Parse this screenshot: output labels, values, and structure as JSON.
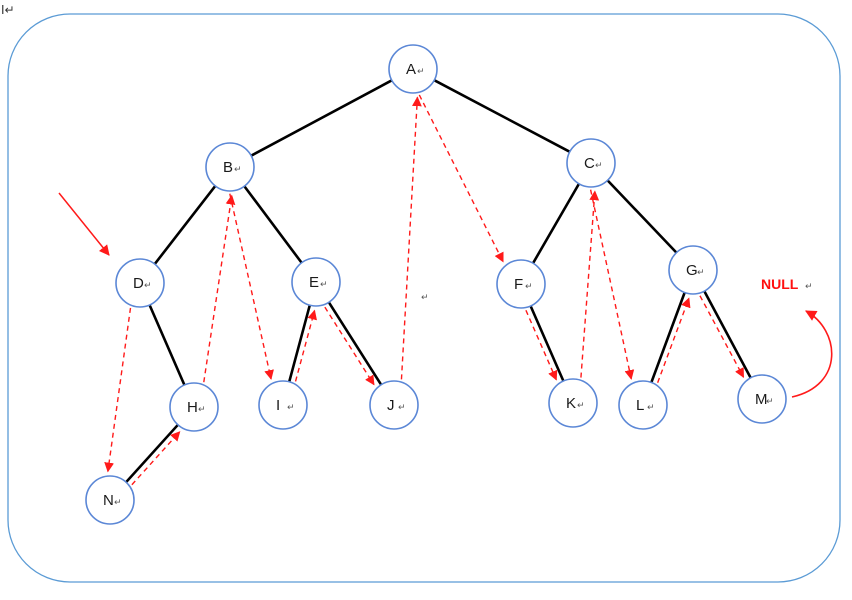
{
  "diagram": {
    "nodes": [
      {
        "id": "A",
        "label": "A"
      },
      {
        "id": "B",
        "label": "B"
      },
      {
        "id": "C",
        "label": "C"
      },
      {
        "id": "D",
        "label": "D"
      },
      {
        "id": "E",
        "label": "E"
      },
      {
        "id": "F",
        "label": "F"
      },
      {
        "id": "G",
        "label": "G"
      },
      {
        "id": "H",
        "label": "H"
      },
      {
        "id": "I",
        "label": "I"
      },
      {
        "id": "J",
        "label": "J"
      },
      {
        "id": "K",
        "label": "K"
      },
      {
        "id": "L",
        "label": "L"
      },
      {
        "id": "M",
        "label": "M"
      },
      {
        "id": "N",
        "label": "N"
      }
    ],
    "edges": [
      [
        "A",
        "B"
      ],
      [
        "A",
        "C"
      ],
      [
        "B",
        "D"
      ],
      [
        "B",
        "E"
      ],
      [
        "C",
        "F"
      ],
      [
        "C",
        "G"
      ],
      [
        "D",
        "H"
      ],
      [
        "H",
        "N"
      ],
      [
        "E",
        "I"
      ],
      [
        "E",
        "J"
      ],
      [
        "F",
        "K"
      ],
      [
        "G",
        "L"
      ],
      [
        "G",
        "M"
      ]
    ],
    "threads": [
      [
        "D",
        "N"
      ],
      [
        "N",
        "H"
      ],
      [
        "H",
        "B"
      ],
      [
        "B",
        "I"
      ],
      [
        "I",
        "E"
      ],
      [
        "E",
        "J"
      ],
      [
        "J",
        "A"
      ],
      [
        "A",
        "F"
      ],
      [
        "F",
        "K"
      ],
      [
        "K",
        "C"
      ],
      [
        "C",
        "L"
      ],
      [
        "L",
        "G"
      ],
      [
        "G",
        "M"
      ]
    ],
    "null_label": "NULL",
    "paragraph_mark": "↵",
    "corner_mark": "I↵"
  }
}
